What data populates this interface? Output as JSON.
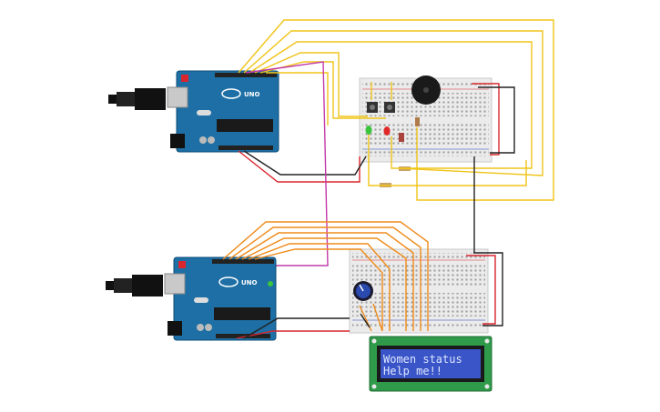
{
  "arduinos": [
    {
      "id": "top",
      "brand": "UNO"
    },
    {
      "id": "bottom",
      "brand": "UNO"
    }
  ],
  "lcd": {
    "line1": "Women status",
    "line2": "Help me!!"
  },
  "colors": {
    "board_blue": "#1d6fa5",
    "breadboard": "#ebebeb",
    "wire_yellow": "#f0c419",
    "wire_orange": "#ef8b1a",
    "wire_red": "#d9262e",
    "wire_black": "#222222",
    "wire_magenta": "#c23aa8",
    "lcd_screen": "#3a55c8",
    "lcd_pcb": "#2f9a4a"
  }
}
